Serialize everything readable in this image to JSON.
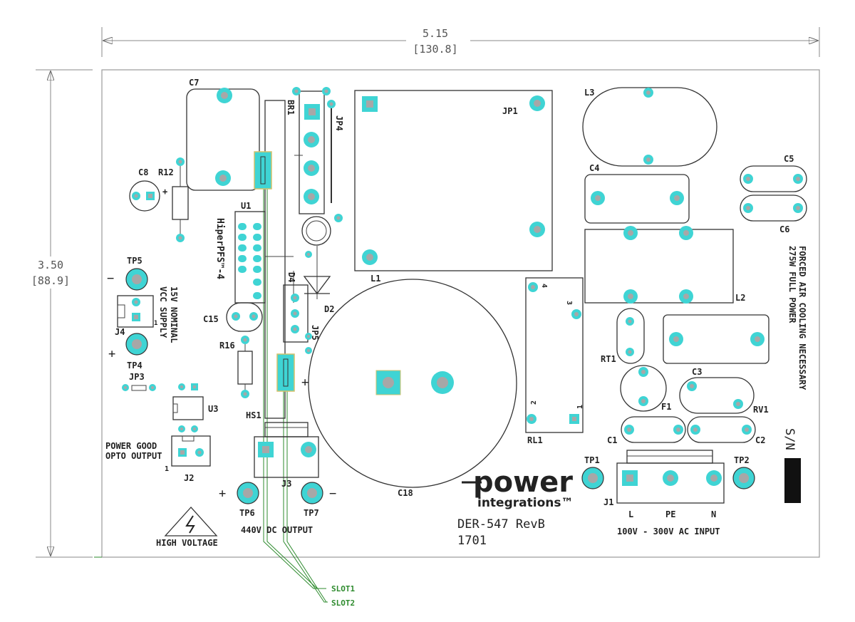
{
  "dimensions": {
    "width_in": "5.15",
    "width_mm": "[130.8]",
    "height_in": "3.50",
    "height_mm": "[88.9]"
  },
  "slots": [
    "SLOT1",
    "SLOT2"
  ],
  "refs": {
    "C7": "C7",
    "C8": "C8",
    "R12": "R12",
    "U1": "U1",
    "hiperpfs": "HiperPFS™-4",
    "BR1": "BR1",
    "JP4": "JP4",
    "JP1": "JP1",
    "L1": "L1",
    "L3": "L3",
    "C4": "C4",
    "C5": "C5",
    "C6": "C6",
    "L2": "L2",
    "TP5": "TP5",
    "TP4": "TP4",
    "J4": "J4",
    "JP3": "JP3",
    "C15": "C15",
    "R16": "R16",
    "D4": "D4",
    "D2": "D2",
    "JP5": "JP5",
    "HS1": "HS1",
    "U3": "U3",
    "J2": "J2",
    "J3": "J3",
    "TP6": "TP6",
    "TP7": "TP7",
    "C18": "C18",
    "RL1": "RL1",
    "RT1": "RT1",
    "F1": "F1",
    "C3": "C3",
    "RV1": "RV1",
    "C1": "C1",
    "C2": "C2",
    "TP1": "TP1",
    "TP2": "TP2",
    "J1": "J1"
  },
  "silk": {
    "vcc_supply": "VCC SUPPLY",
    "nominal": "15V NOMINAL",
    "power_good": "POWER GOOD",
    "opto_output": "OPTO OUTPUT",
    "dc_output": "440V DC OUTPUT",
    "high_voltage": "HIGH VOLTAGE",
    "ac_input": "100V - 300V AC INPUT",
    "forced_air": "FORCED AIR COOLING NECESSARY",
    "full_power": "275W FULL POWER",
    "sn": "S/N",
    "pin_L": "L",
    "pin_PE": "PE",
    "pin_N": "N",
    "pin1": "1",
    "pin2": "2",
    "pin3": "3",
    "pin4": "4",
    "one_j2": "1",
    "plus": "+",
    "minus": "−"
  },
  "brand": {
    "power": "power",
    "integrations": "integrations™",
    "model": "DER-547 RevB",
    "date": "1701"
  },
  "colors": {
    "pad": "#3fd4d4",
    "hole": "#a7a7a7",
    "slot": "#2e8b2e",
    "slot_pad": "#d4c16a",
    "outline": "#333333"
  }
}
